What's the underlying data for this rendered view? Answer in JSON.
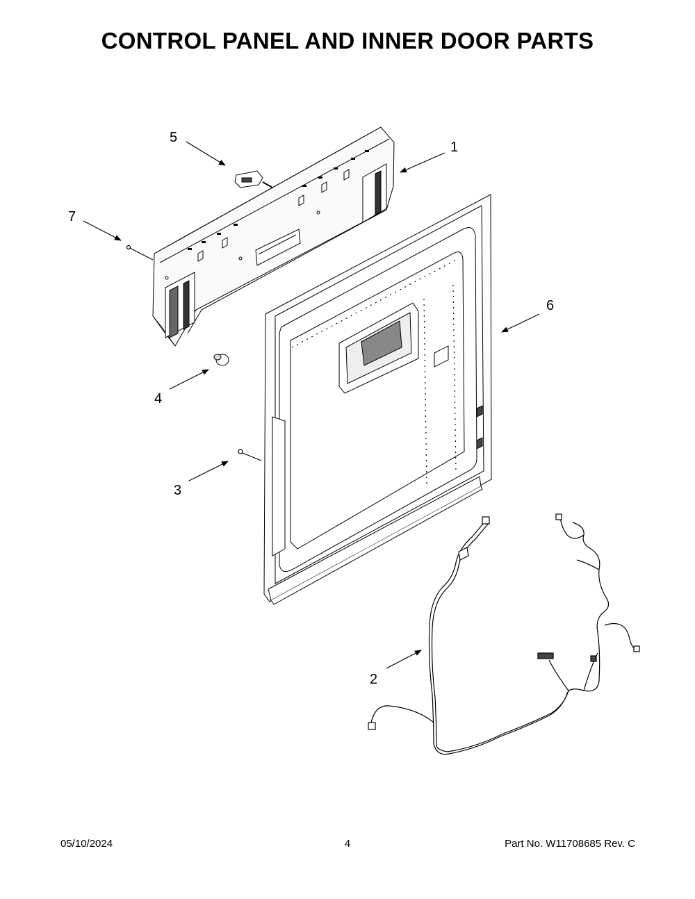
{
  "title": "CONTROL PANEL AND INNER DOOR PARTS",
  "callouts": [
    "1",
    "2",
    "3",
    "4",
    "5",
    "6",
    "7"
  ],
  "footer": {
    "date": "05/10/2024",
    "page": "4",
    "part": "Part No.  W11708685  Rev.  C"
  }
}
